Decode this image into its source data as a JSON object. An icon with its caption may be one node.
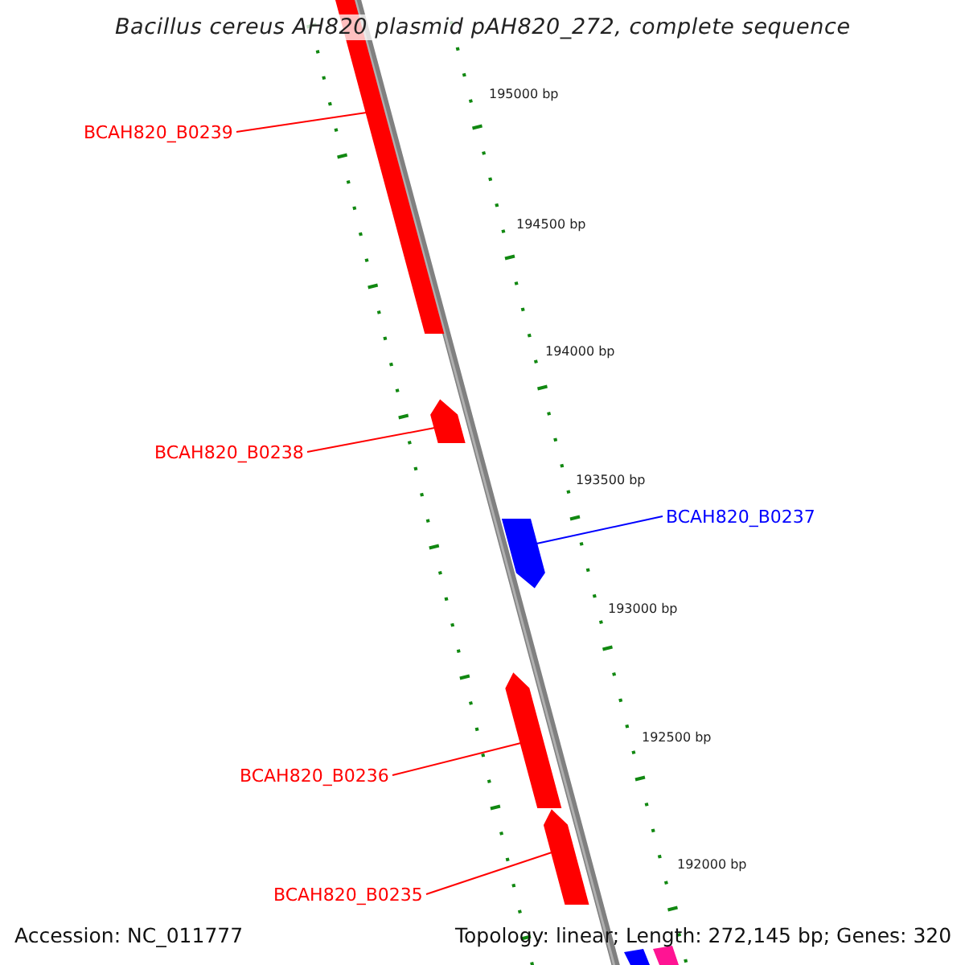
{
  "diagram": {
    "title": "Bacillus cereus AH820 plasmid pAH820_272, complete sequence",
    "nodes": [
      {
        "text": [
          "BCAH820_B0239"
        ]
      },
      {
        "text": [],
        "shape": "bar"
      },
      {
        "text": [
          "BCAH820_B0238"
        ]
      },
      {
        "text": [],
        "shape": "bar"
      },
      {
        "text": [
          "BCAH820_B0237"
        ]
      },
      {
        "text": [],
        "shape": "bar"
      },
      {
        "text": [
          "BCAH820_B0236"
        ]
      },
      {
        "text": [],
        "shape": "bar"
      },
      {
        "text": [
          "BCAH820_B0235"
        ]
      },
      {
        "text": [],
        "shape": "bar"
      }
    ],
    "edges": [
      {
        "from": 0,
        "to": 1,
        "arrow": "none"
      },
      {
        "from": 2,
        "to": 3,
        "arrow": "none"
      },
      {
        "from": 4,
        "to": 5,
        "arrow": "none",
        "color": "#0000ff"
      },
      {
        "from": 6,
        "to": 7,
        "arrow": "none"
      },
      {
        "from": 8,
        "to": 9,
        "arrow": "none"
      }
    ],
    "labels": [
      "195000 bp",
      "194500 bp",
      "194000 bp",
      "193500 bp",
      "193000 bp",
      "192500 bp",
      "192000 bp",
      "Accession: NC_011777",
      "Topology: linear; Length: 272,145 bp; Genes: 320"
    ]
  }
}
